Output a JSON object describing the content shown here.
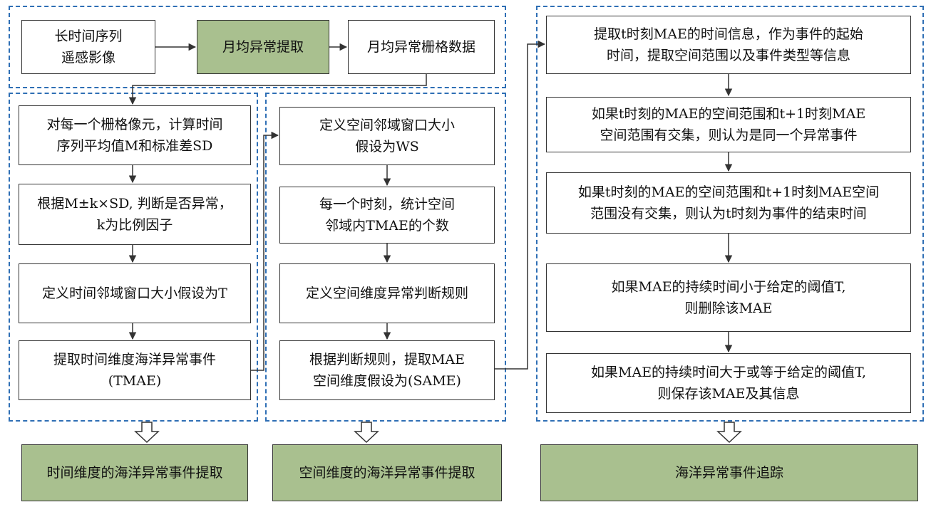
{
  "boxes": {
    "top_input": "长时间序列\n遥感影像",
    "top_extract": "月均异常提取",
    "top_grid": "月均异常栅格数据",
    "t1": "对每一个栅格像元，计算时间\n序列平均值M和标准差SD",
    "t2": "根据M±k×SD, 判断是否异常，\nk为比例因子",
    "t3": "定义时间邻域窗口大小假设为T",
    "t4": "提取时间维度海洋异常事件\n(TMAE)",
    "s1": "定义空间邻域窗口大小\n假设为WS",
    "s2": "每一个时刻，统计空间\n邻域内TMAE的个数",
    "s3": "定义空间维度异常判断规则",
    "s4": "根据判断规则，提取MAE\n空间维度假设为(SAME)",
    "r1": "提取t时刻MAE的时间信息，作为事件的起始\n时间，提取空间范围以及事件类型等信息",
    "r2": "如果t时刻的MAE的空间范围和t+1时刻MAE\n空间范围有交集，则认为是同一个异常事件",
    "r3": "如果t时刻的MAE的空间范围和t+1时刻MAE空间\n范围没有交集，则认为t时刻为事件的结束时间",
    "r4": "如果MAE的持续时间小于给定的阈值T,\n则删除该MAE",
    "r5": "如果MAE的持续时间大于或等于给定的阈值T,\n则保存该MAE及其信息",
    "out_time": "时间维度的海洋异常事件提取",
    "out_space": "空间维度的海洋异常事件提取",
    "out_track": "海洋异常事件追踪"
  },
  "colors": {
    "dash_border": "#2f6fb5",
    "green_fill": "#a9c08f",
    "line": "#333333"
  }
}
